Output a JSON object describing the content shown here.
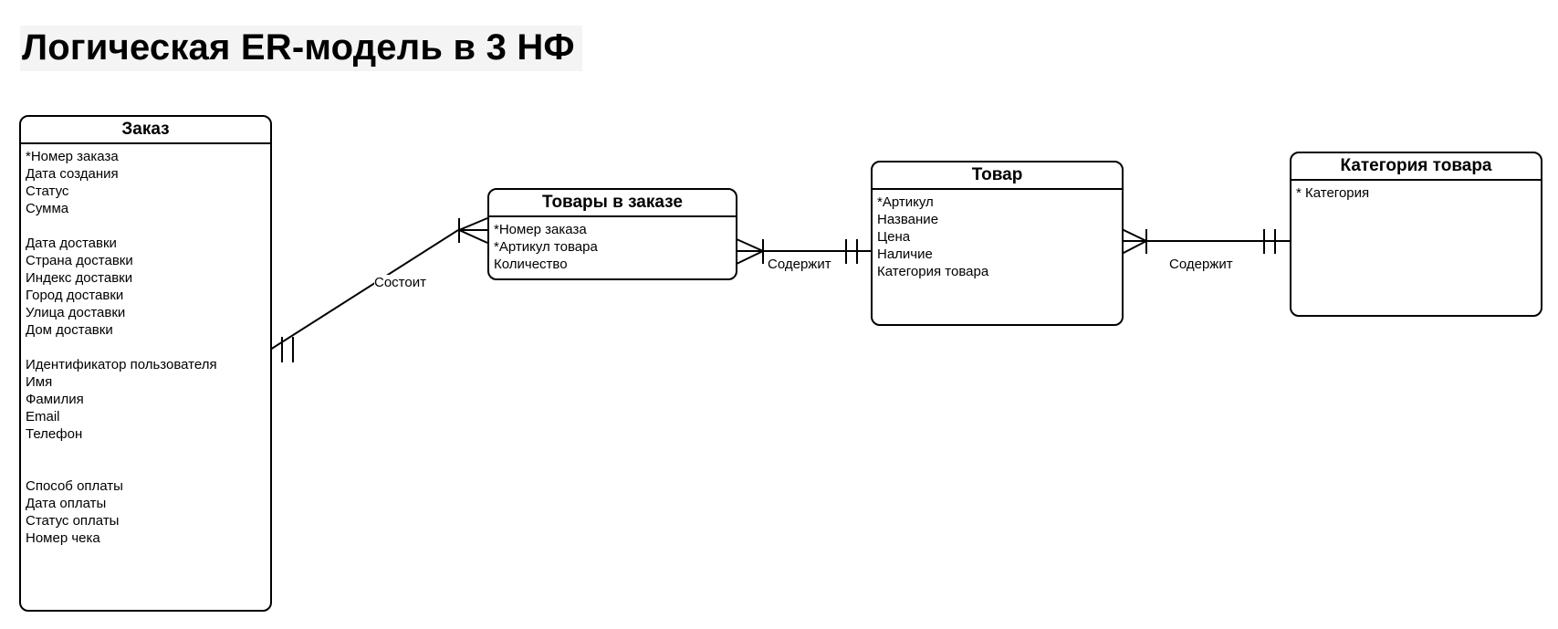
{
  "title": "Логическая ER-модель в 3 НФ",
  "entities": {
    "order": {
      "name": "Заказ",
      "attributes": [
        "*Номер заказа",
        "Дата создания",
        "Статус",
        "Сумма",
        "",
        "Дата доставки",
        "Страна доставки",
        "Индекс доставки",
        "Город доставки",
        "Улица доставки",
        "Дом доставки",
        "",
        "Идентификатор пользователя",
        "Имя",
        "Фамилия",
        "Email",
        "Телефон",
        "",
        "",
        "Способ оплаты",
        "Дата оплаты",
        "Статус оплаты",
        "Номер чека"
      ]
    },
    "order_items": {
      "name": "Товары в заказе",
      "attributes": [
        "*Номер заказа",
        "*Артикул товара",
        "Количество"
      ]
    },
    "product": {
      "name": "Товар",
      "attributes": [
        "*Артикул",
        "Название",
        "Цена",
        "Наличие",
        "Категория товара"
      ]
    },
    "category": {
      "name": "Категория товара",
      "attributes": [
        "* Категория"
      ]
    }
  },
  "relationships": {
    "order_items": {
      "label": "Состоит",
      "from": "Заказ",
      "to": "Товары в заказе",
      "from_cardinality": "one-and-only-one",
      "to_cardinality": "one-or-many"
    },
    "items_product": {
      "label": "Содержит",
      "from": "Товары в заказе",
      "to": "Товар",
      "from_cardinality": "one-or-many",
      "to_cardinality": "one-and-only-one"
    },
    "product_category": {
      "label": "Содержит",
      "from": "Товар",
      "to": "Категория товара",
      "from_cardinality": "one-or-many",
      "to_cardinality": "one-and-only-one"
    }
  }
}
